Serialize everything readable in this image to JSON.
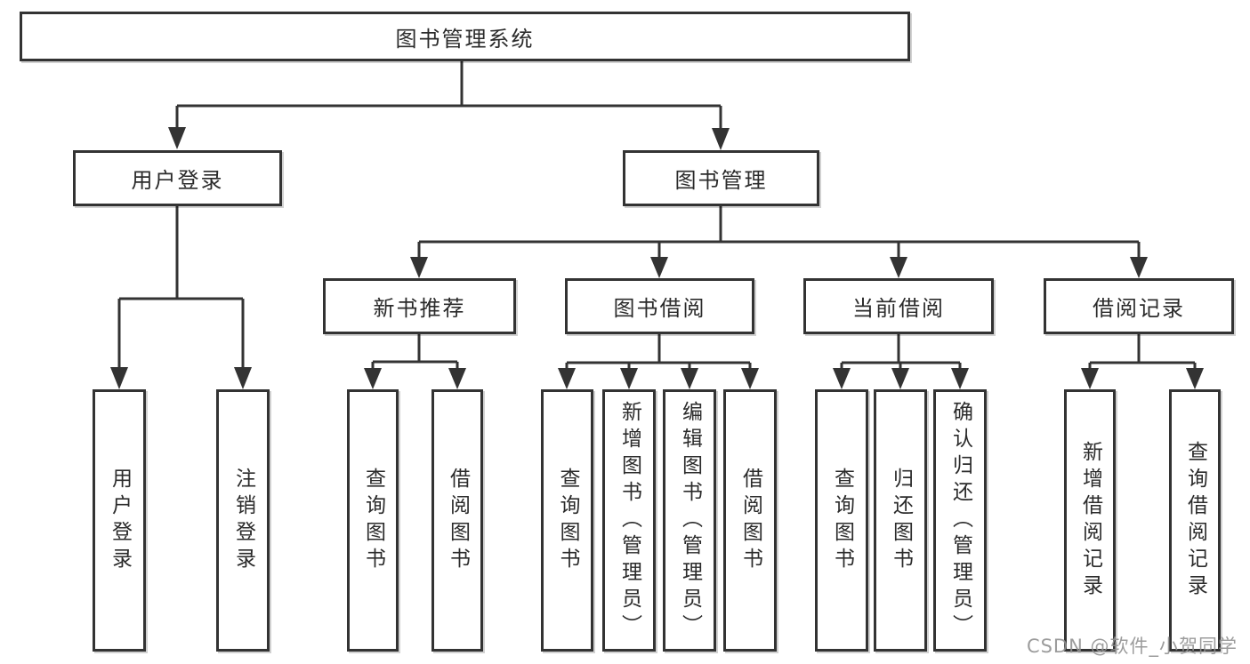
{
  "diagram": {
    "type": "tree",
    "line_color": "#333333",
    "box_border_color": "#333333",
    "background": "#ffffff"
  },
  "nodes": {
    "root": "图书管理系统",
    "user_login": "用户登录",
    "book_management": "图书管理",
    "new_book_recommend": "新书推荐",
    "book_borrow": "图书借阅",
    "current_borrow": "当前借阅",
    "borrow_record": "借阅记录",
    "leaf_user_login": "用户登录",
    "leaf_logout": "注销登录",
    "nbr_query_book": "查询图书",
    "nbr_borrow_book": "借阅图书",
    "bb_query_book": "查询图书",
    "bb_add_book": "新增图书（管理员）",
    "bb_edit_book": "编辑图书（管理员）",
    "bb_borrow_book": "借阅图书",
    "cb_query_book": "查询图书",
    "cb_return_book": "归还图书",
    "cb_confirm_return": "确认归还（管理员）",
    "br_add_record": "新增借阅记录",
    "br_query_record": "查询借阅记录"
  },
  "watermark": {
    "text": "CSDN @软件_小贺同学",
    "color": "#919191"
  }
}
